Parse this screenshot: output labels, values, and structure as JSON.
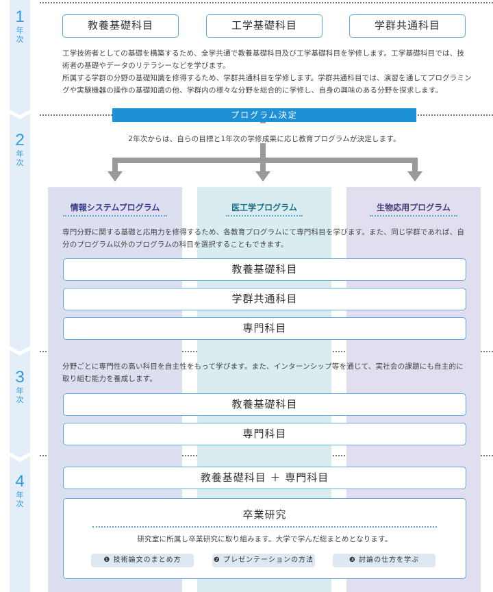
{
  "years": [
    {
      "num": "1",
      "label": "年次"
    },
    {
      "num": "2",
      "label": "年次"
    },
    {
      "num": "3",
      "label": "年次"
    },
    {
      "num": "4",
      "label": "年次"
    }
  ],
  "year1": {
    "courses": [
      "教養基礎科目",
      "工学基礎科目",
      "学群共通科目"
    ],
    "text_lines": [
      "工学技術者としての基礎を構築するため、全学共通で教養基礎科目及び工学基礎科目を学修します。工学基礎科目では、技",
      "術者の基礎やデータのリテラシーなどを学びます。",
      "所属する学群の分野の基礎知識を修得するため、学群共通科目を学修します。学群共通科目では、演習を通してプログラミン",
      "グや実験機器の操作の基礎知識の他、学群内の様々な分野を総合的に学修し、自身の興味のある分野を探求します。"
    ]
  },
  "decision": {
    "bar_label": "プログラム決定",
    "text": "2年次からは、自らの目標と1年次の学修成果に応じ教育プログラムが決定します。"
  },
  "programs": [
    "情報システムプログラム",
    "医工学プログラム",
    "生物応用プログラム"
  ],
  "year2": {
    "text_lines": [
      "専門分野に関する基礎と応用力を修得するため、各教育プログラムにて専門科目を学びます。また、同じ学群であれば、自",
      "分のプログラム以外のプログラムの科目を選択することもできます。"
    ],
    "courses": [
      "教養基礎科目",
      "学群共通科目",
      "専門科目"
    ]
  },
  "year3": {
    "text_lines": [
      "分野ごとに専門性の高い科目を自主性をもって学びます。また、インターンシップ等を通じて、実社会の課題にも自主的に",
      "取り組む能力を養成します。"
    ],
    "courses": [
      "教養基礎科目",
      "専門科目"
    ]
  },
  "year4": {
    "combined": "教養基礎科目 ＋ 専門科目",
    "research": {
      "title": "卒業研究",
      "text": "研究室に所属し卒業研究に取り組みます。大学で学んだ総まとめとなります。",
      "items": [
        "❶ 技術論文のまとめ方",
        "❷ プレゼンテーションの方法",
        "❸ 討論の仕方を学ぶ"
      ]
    }
  },
  "colors": {
    "accent": "#1e90d6",
    "border": "#5aa8e0",
    "arrow": "#9a9a9a"
  }
}
